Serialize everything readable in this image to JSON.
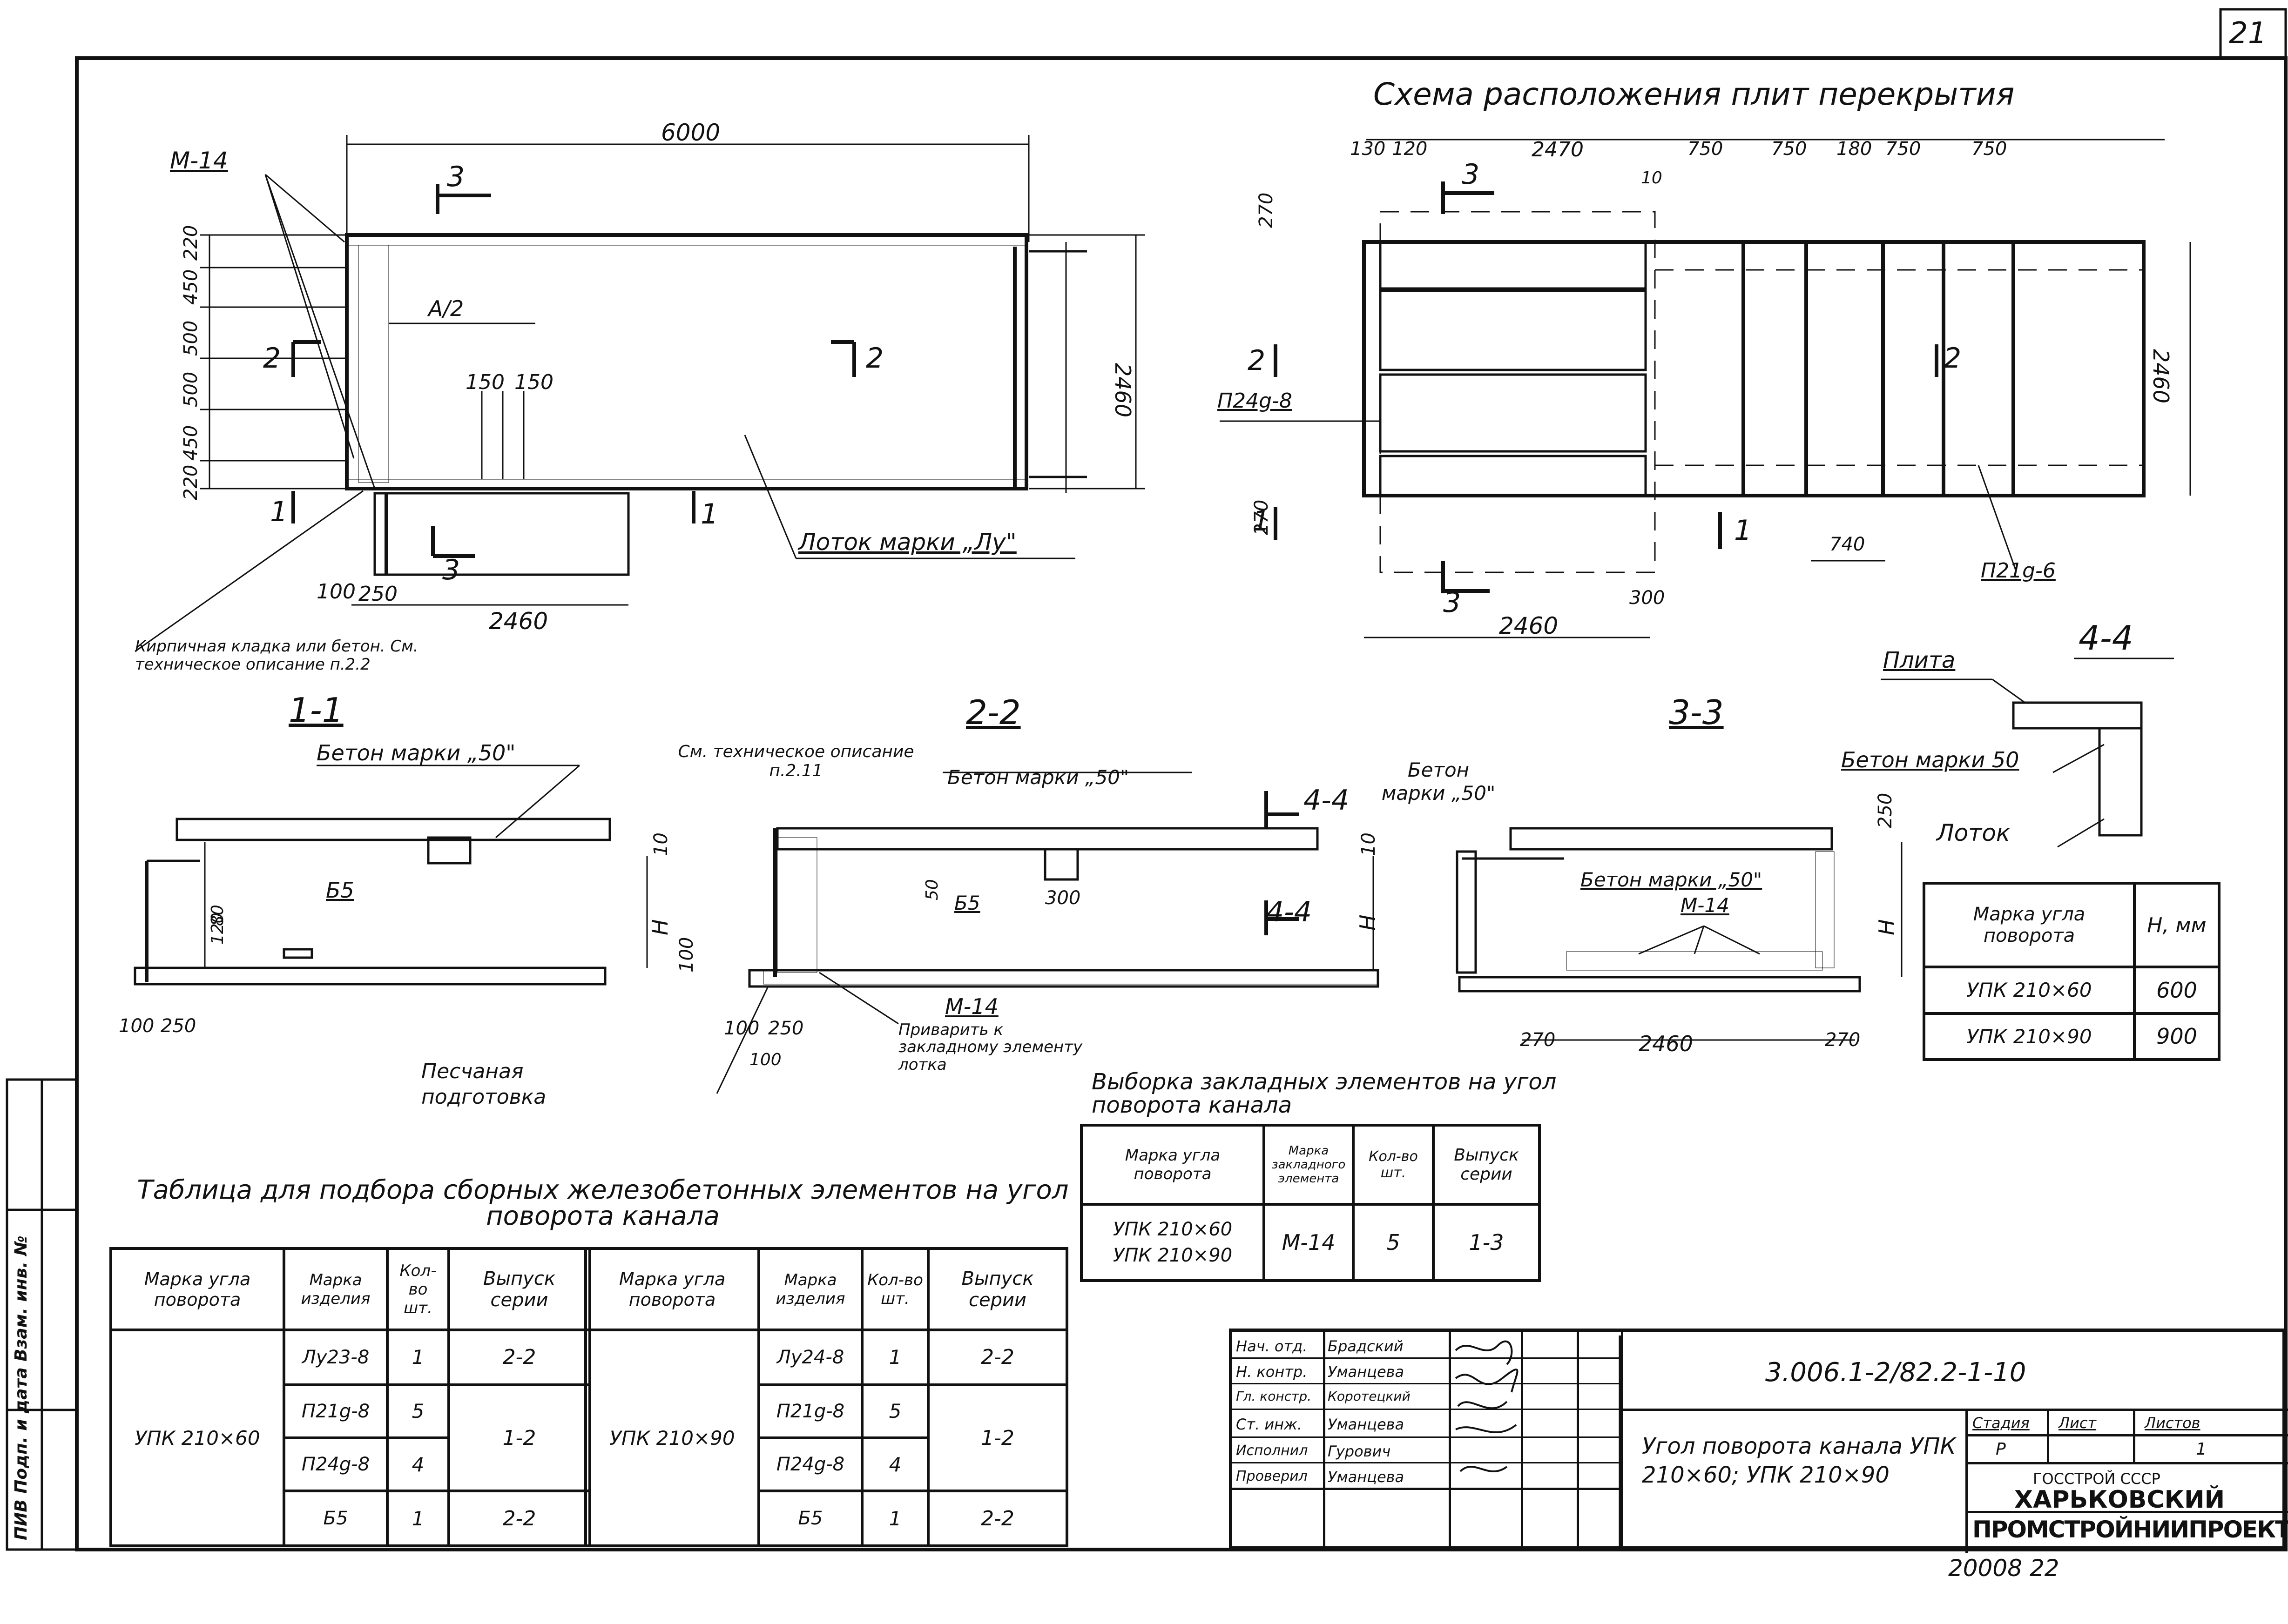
{
  "sheet": {
    "number": "21",
    "footer": "20008 22",
    "margin_stamp": "ПИВ Подп. и дата Взам. инв. №"
  },
  "plan": {
    "marks": {
      "length": "6000",
      "width": "2460",
      "left_joint": "100",
      "mid": "250",
      "half": "А/2",
      "d1": "150",
      "d2": "150",
      "m14": "М-14",
      "side_dims": [
        "220",
        "450",
        "500",
        "500",
        "450",
        "220"
      ],
      "cut1": "1",
      "cut2": "2",
      "cut3": "3"
    },
    "tray_label": "Лоток марки „Лу\"",
    "brick_note": "Кирпичная кладка или бетон. См. техническое описание п.2.2"
  },
  "scheme": {
    "title": "Схема расположения плит перекрытия",
    "dims_top": [
      "130",
      "120",
      "2470",
      "750",
      "750",
      "180",
      "750",
      "750"
    ],
    "dim_10": "10",
    "dim_270a": "270",
    "dim_270b": "270",
    "width": "2460",
    "length": "2460",
    "dim_740": "740",
    "dim_300": "300",
    "p24": "П24g-8",
    "p21": "П21g-6"
  },
  "sections": {
    "s11": {
      "title": "1-1",
      "concrete": "Бетон марки „50\"",
      "b5": "Б5",
      "d120": "120",
      "d80": "80",
      "d100": "100",
      "d250": "250",
      "h": "H",
      "d10": "10"
    },
    "s22": {
      "title": "2-2",
      "note": "См. техническое описание п.2.11",
      "concrete": "Бетон марки „50\"",
      "b5": "Б5",
      "d50": "50",
      "d300": "300",
      "d10": "10",
      "h": "H",
      "d100": "100",
      "d100b": "100",
      "d250": "250",
      "d100c": "100",
      "m14": "М-14",
      "weld": "Приварить к закладному элементу лотка",
      "sand": "Песчаная подготовка"
    },
    "s33": {
      "title": "3-3",
      "concrete": "Бетон марки „50\"",
      "m14": "М-14",
      "d250": "250",
      "h": "H",
      "d270a": "270",
      "d2460": "2460",
      "d270b": "270",
      "concrete_top": "Бетон марки „50\""
    },
    "s44": {
      "title": "4-4",
      "plate": "Плита",
      "concrete": "Бетон марки 50",
      "tray": "Лоток"
    }
  },
  "h_table": {
    "headers": [
      "Марка угла поворота",
      "H, мм"
    ],
    "rows": [
      [
        "УПК 210×60",
        "600"
      ],
      [
        "УПК 210×90",
        "900"
      ]
    ]
  },
  "embed_table": {
    "title": "Выборка закладных элементов на угол поворота канала",
    "headers": [
      "Марка угла поворота",
      "Марка закладного элемента",
      "Кол-во шт.",
      "Выпуск серии"
    ],
    "row": {
      "marks": [
        "УПК 210×60",
        "УПК 210×90"
      ],
      "element": "М-14",
      "qty": "5",
      "series": "1-3"
    }
  },
  "select_table": {
    "title": "Таблица для подбора сборных железобетонных элементов на угол поворота канала",
    "headers": [
      "Марка угла поворота",
      "Марка изделия",
      "Кол-во шт.",
      "Выпуск серии"
    ],
    "left": {
      "mark": "УПК 210×60",
      "items": [
        [
          "Лу23-8",
          "1",
          "2-2"
        ],
        [
          "П21g-8",
          "5",
          ""
        ],
        [
          "П24g-8",
          "4",
          ""
        ],
        [
          "Б5",
          "1",
          "2-2"
        ]
      ],
      "series_mid": "1-2"
    },
    "right": {
      "mark": "УПК 210×90",
      "items": [
        [
          "Лу24-8",
          "1",
          "2-2"
        ],
        [
          "П21g-8",
          "5",
          ""
        ],
        [
          "П24g-8",
          "4",
          ""
        ],
        [
          "Б5",
          "1",
          "2-2"
        ]
      ],
      "series_mid": "1-2"
    }
  },
  "title_block": {
    "code": "3.006.1-2/82.2-1-10",
    "title": "Угол поворота канала УПК 210×60; УПК 210×90",
    "roles": [
      [
        "Нач. отд.",
        "Брадский"
      ],
      [
        "Н. контр.",
        "Уманцева"
      ],
      [
        "Гл. констр.",
        "Коротецкий"
      ],
      [
        "Ст. инж.",
        "Уманцева"
      ],
      [
        "Исполнил",
        "Гурович"
      ],
      [
        "Проверил",
        "Уманцева"
      ]
    ],
    "stage_label": "Стадия",
    "sheet_label": "Лист",
    "sheets_label": "Листов",
    "stage": "Р",
    "sheet": "1",
    "org1": "ГОССТРОЙ СССР",
    "org2": "ХАРЬКОВСКИЙ",
    "org3": "ПРОМСТРОЙНИИПРОЕКТ"
  }
}
